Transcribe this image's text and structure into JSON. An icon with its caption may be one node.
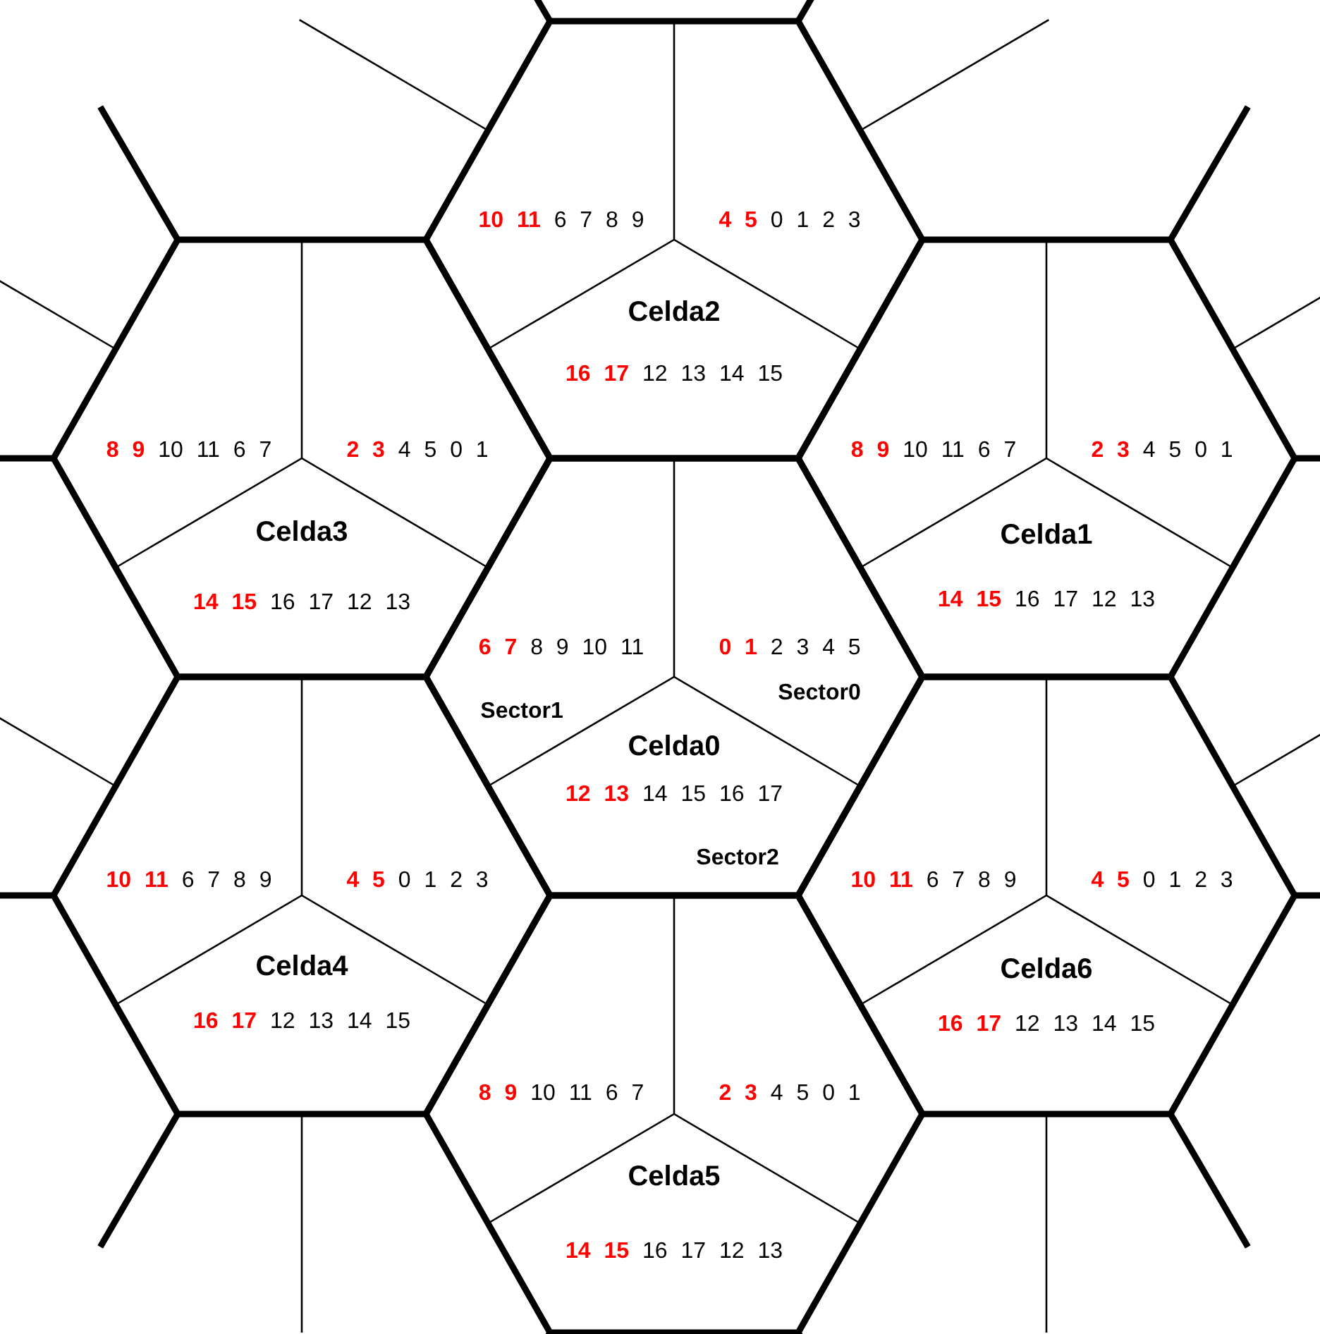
{
  "diagram": {
    "nodes": [
      {
        "text": [],
        "shape": "hexagon"
      },
      {
        "text": [
          "**10 11** 6 7 8 9"
        ],
        "in": 0
      },
      {
        "text": [
          "**4 5** 0 1 2 3"
        ],
        "in": 0
      },
      {
        "text": [
          "Celda2",
          "**16 17** 12 13 14 15"
        ],
        "in": 0
      },
      {
        "text": [],
        "shape": "hexagon"
      },
      {
        "text": [
          "**8 9** 10 11 6 7"
        ],
        "in": 4
      },
      {
        "text": [
          "**2 3** 4 5 0 1"
        ],
        "in": 4
      },
      {
        "text": [
          "Celda3",
          "**14 15** 16 17 12 13"
        ],
        "in": 4
      },
      {
        "text": [],
        "shape": "hexagon"
      },
      {
        "text": [
          "**8 9** 10 11 6 7"
        ],
        "in": 8
      },
      {
        "text": [
          "**2 3** 4 5 0 1"
        ],
        "in": 8
      },
      {
        "text": [
          "Celda1",
          "**14 15** 16 17 12 13"
        ],
        "in": 8
      },
      {
        "text": [],
        "shape": "hexagon"
      },
      {
        "text": [
          "**6 7** 8 9 10 11",
          "Sector1"
        ],
        "in": 12
      },
      {
        "text": [
          "**0 1** 2 3 4 5",
          "Sector0"
        ],
        "in": 12
      },
      {
        "text": [
          "Celda0",
          "**12 13** 14 15 16 17",
          "Sector2"
        ],
        "in": 12
      },
      {
        "text": [],
        "shape": "hexagon"
      },
      {
        "text": [
          "**10 11** 6 7 8 9"
        ],
        "in": 16
      },
      {
        "text": [
          "**4 5** 0 1 2 3"
        ],
        "in": 16
      },
      {
        "text": [
          "Celda4",
          "**16 17** 12 13 14 15"
        ],
        "in": 16
      },
      {
        "text": [],
        "shape": "hexagon"
      },
      {
        "text": [
          "**10 11** 6 7 8 9"
        ],
        "in": 20
      },
      {
        "text": [
          "**4 5** 0 1 2 3"
        ],
        "in": 20
      },
      {
        "text": [
          "Celda6",
          "**16 17** 12 13 14 15"
        ],
        "in": 20
      },
      {
        "text": [],
        "shape": "hexagon"
      },
      {
        "text": [
          "**8 9** 10 11 6 7"
        ],
        "in": 24
      },
      {
        "text": [
          "**2 3** 4 5 0 1"
        ],
        "in": 24
      },
      {
        "text": [
          "Celda5",
          "**14 15** 16 17 12 13"
        ],
        "in": 24
      }
    ]
  }
}
